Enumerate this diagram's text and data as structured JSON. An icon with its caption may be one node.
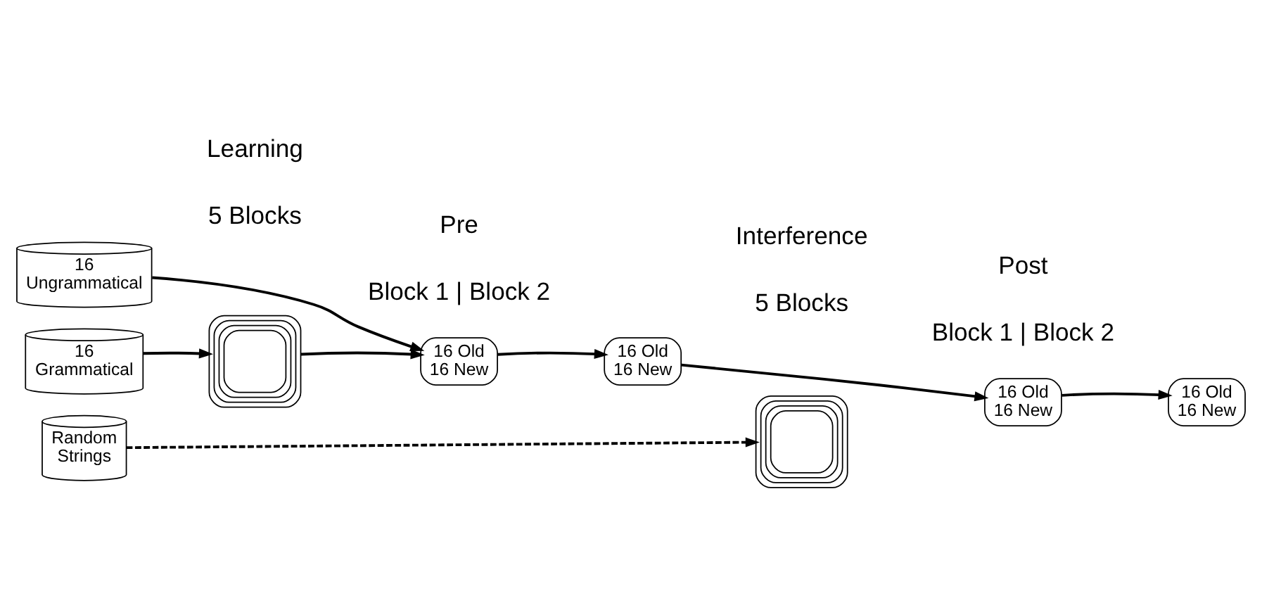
{
  "diagram": {
    "nodes": [
      {
        "text": [
          "16",
          "Grammatical"
        ]
      },
      {
        "text": [
          "16",
          "Ungrammatical"
        ]
      },
      {
        "text": [
          "Random",
          "Strings"
        ]
      },
      {
        "text": [],
        "shape": "box"
      },
      {
        "text": [
          "16 Old",
          "16 New"
        ]
      },
      {
        "text": [
          "16 Old",
          "16 New"
        ]
      },
      {
        "text": [],
        "shape": "box"
      },
      {
        "text": [
          "16 Old",
          "16 New"
        ]
      },
      {
        "text": [
          "16 Old",
          "16 New"
        ]
      }
    ],
    "edges": [
      {
        "from": 0,
        "to": 3,
        "arrow": "to"
      },
      {
        "from": 3,
        "to": 4,
        "arrow": "to"
      },
      {
        "from": 1,
        "to": 4,
        "arrow": "to"
      },
      {
        "from": 4,
        "to": 5,
        "arrow": "to"
      },
      {
        "from": 2,
        "to": 6,
        "arrow": "to",
        "style": "dashed"
      },
      {
        "from": 5,
        "to": 7,
        "arrow": "to"
      },
      {
        "from": 7,
        "to": 8,
        "arrow": "to"
      }
    ],
    "labels": [
      "Learning",
      "Pre",
      "Interference",
      "Post",
      "5 Blocks",
      "Block 1 | Block 2",
      "5 Blocks",
      "Block 1 | Block 2"
    ]
  }
}
